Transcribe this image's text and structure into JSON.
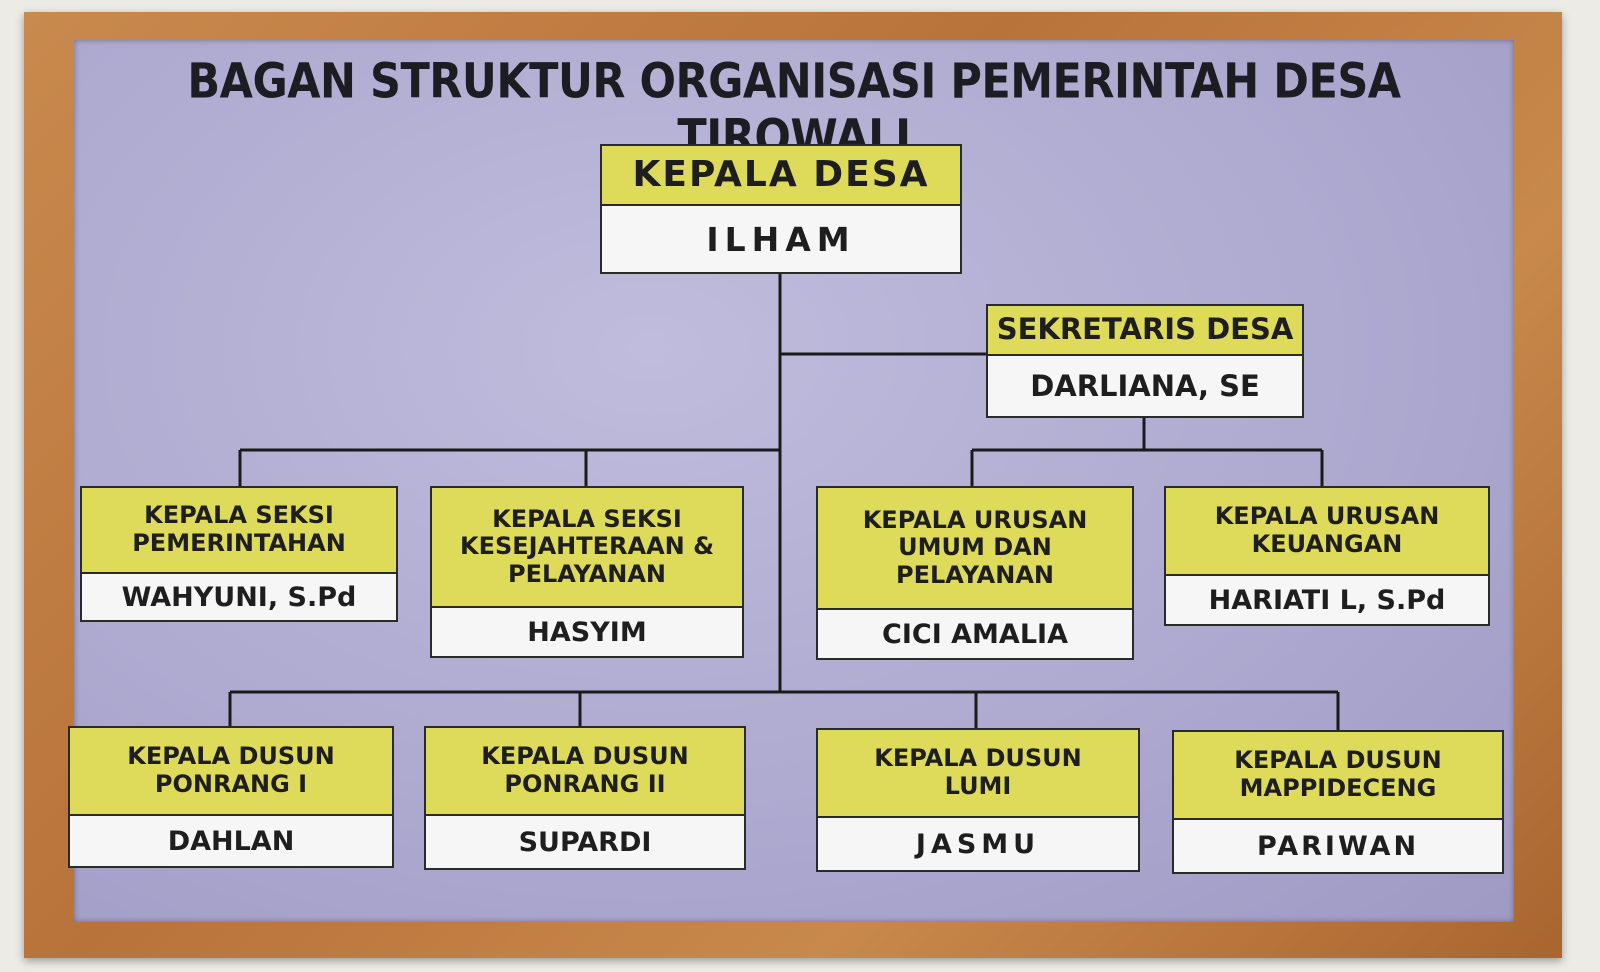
{
  "title": "BAGAN STRUKTUR ORGANISASI PEMERINTAH DESA TIROWALI",
  "kepala_desa": {
    "position": [
      "KEPALA DESA"
    ],
    "name": "ILHAM"
  },
  "sekretaris_desa": {
    "position": [
      "SEKRETARIS DESA"
    ],
    "name": "DARLIANA, SE"
  },
  "kasi_kaur": [
    {
      "position": [
        "KEPALA SEKSI",
        "PEMERINTAHAN"
      ],
      "name": "WAHYUNI, S.Pd"
    },
    {
      "position": [
        "KEPALA SEKSI",
        "KESEJAHTERAAN &",
        "PELAYANAN"
      ],
      "name": "HASYIM"
    },
    {
      "position": [
        "KEPALA URUSAN",
        "UMUM DAN",
        "PELAYANAN"
      ],
      "name": "CICI AMALIA"
    },
    {
      "position": [
        "KEPALA URUSAN",
        "KEUANGAN"
      ],
      "name": "HARIATI L, S.Pd"
    }
  ],
  "kepala_dusun": [
    {
      "position": [
        "KEPALA DUSUN",
        "PONRANG I"
      ],
      "name": "DAHLAN"
    },
    {
      "position": [
        "KEPALA DUSUN",
        "PONRANG II"
      ],
      "name": "SUPARDI"
    },
    {
      "position": [
        "KEPALA DUSUN",
        "LUMI"
      ],
      "name": "JASMU"
    },
    {
      "position": [
        "KEPALA DUSUN",
        "MAPPIDECENG"
      ],
      "name": "PARIWAN"
    }
  ]
}
